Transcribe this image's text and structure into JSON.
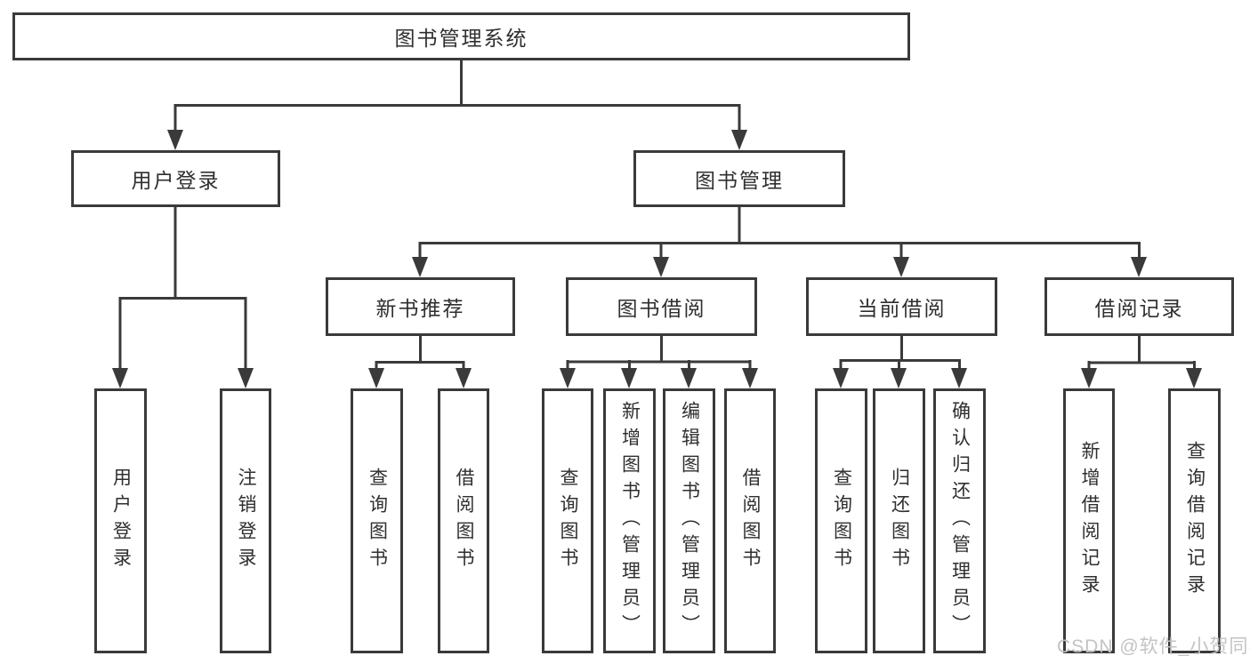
{
  "structure": {
    "root": {
      "label": "图书管理系统",
      "children": [
        {
          "label": "用户登录",
          "children": [
            {
              "label": "用户登录"
            },
            {
              "label": "注销登录"
            }
          ]
        },
        {
          "label": "图书管理",
          "children": [
            {
              "label": "新书推荐",
              "children": [
                {
                  "label": "查询图书"
                },
                {
                  "label": "借阅图书"
                }
              ]
            },
            {
              "label": "图书借阅",
              "children": [
                {
                  "label": "查询图书"
                },
                {
                  "label": "新增图书（管理员）"
                },
                {
                  "label": "编辑图书（管理员）"
                },
                {
                  "label": "借阅图书"
                }
              ]
            },
            {
              "label": "当前借阅",
              "children": [
                {
                  "label": "查询图书"
                },
                {
                  "label": "归还图书"
                },
                {
                  "label": "确认归还（管理员）"
                }
              ]
            },
            {
              "label": "借阅记录",
              "children": [
                {
                  "label": "新增借阅记录"
                },
                {
                  "label": "查询借阅记录"
                }
              ]
            }
          ]
        }
      ]
    },
    "colors": {
      "line": "#3a3a3a",
      "text": "#2f2f2f",
      "background": "#ffffff",
      "watermark_color": "#c3c3c3"
    }
  },
  "watermark": {
    "text": "CSDN @软件_小贺同学"
  }
}
